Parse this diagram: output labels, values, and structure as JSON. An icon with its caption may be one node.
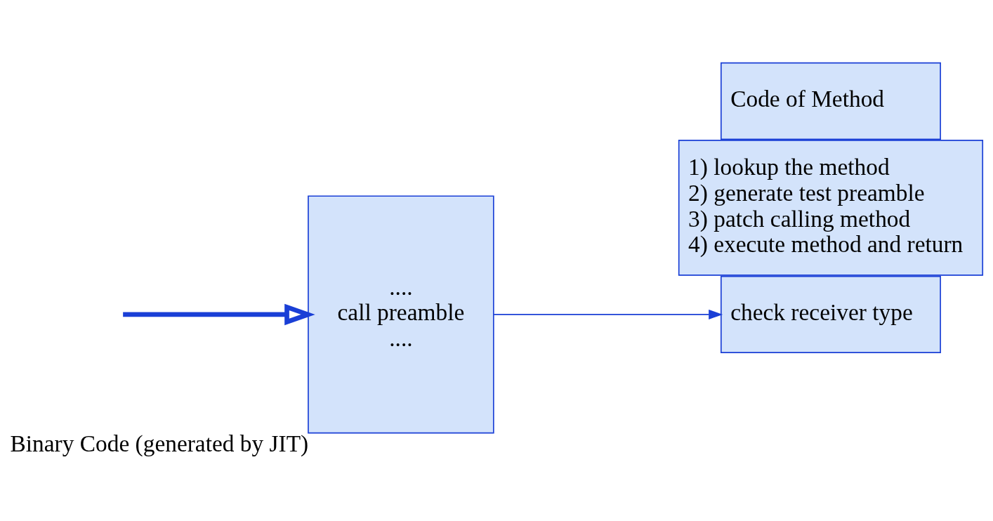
{
  "diagram": {
    "nodes": [
      {
        "text": [
          "....",
          "call preamble",
          "...."
        ],
        "beside": [
          "Binary Code (generated by JIT)"
        ]
      },
      {
        "text": [
          "1) lookup the method",
          "2) generate test preamble",
          "3) patch calling method",
          "4) execute method and return"
        ]
      },
      {
        "text": [
          "check receiver type"
        ]
      },
      {
        "text": [
          "Code of Method"
        ]
      }
    ],
    "edges": [
      {
        "from": null,
        "to": 0,
        "arrow": "to",
        "style": "thick"
      },
      {
        "from": 0,
        "to": 2,
        "arrow": "to"
      }
    ]
  }
}
